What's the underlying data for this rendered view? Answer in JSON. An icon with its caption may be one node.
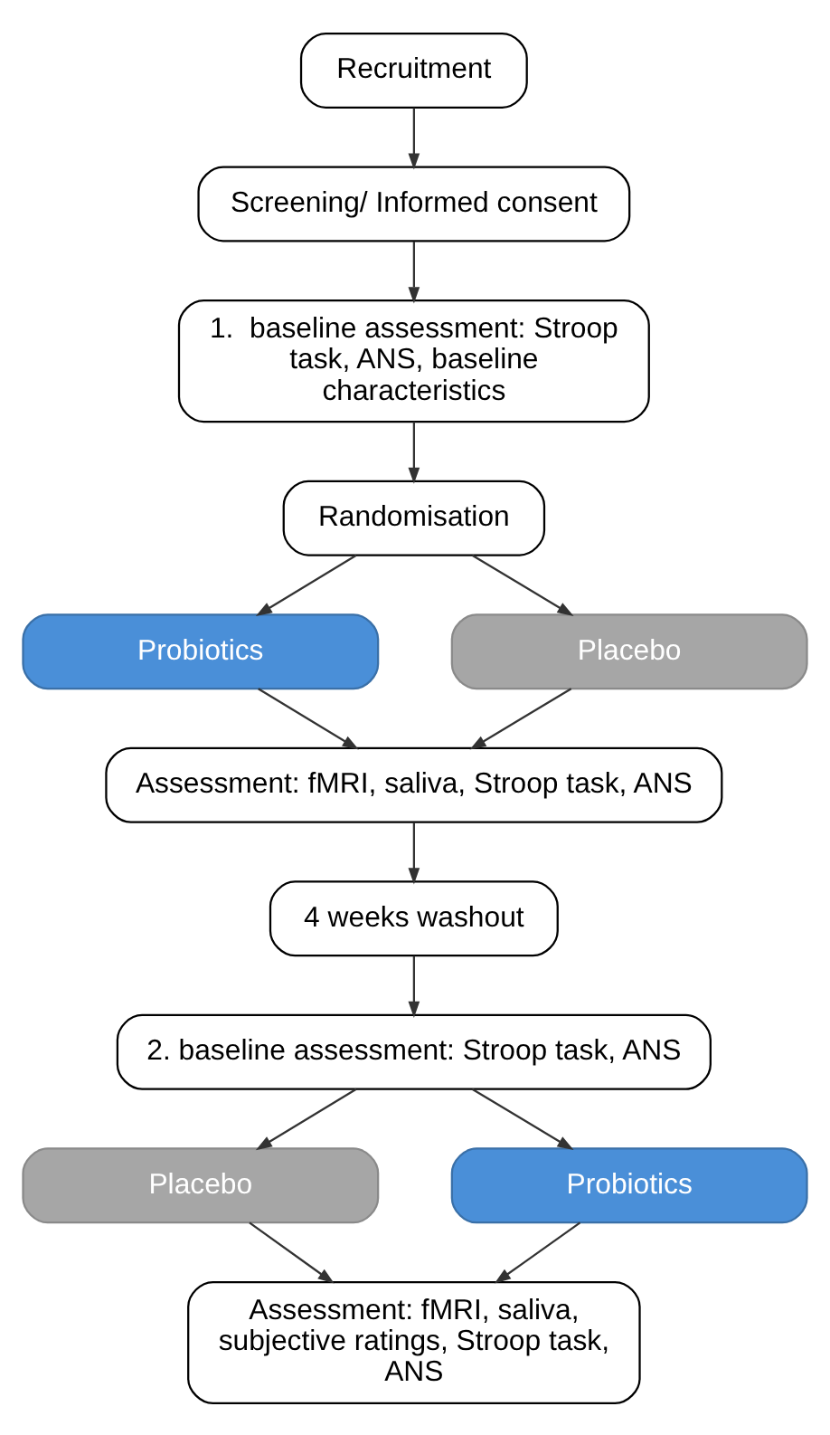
{
  "diagram": {
    "nodes": [
      {
        "text": [
          "Recruitment"
        ]
      },
      {
        "text": [
          "Screening/ Informed consent"
        ]
      },
      {
        "text": [
          "1.  baseline assessment: Stroop task, ANS, baseline characteristics"
        ]
      },
      {
        "text": [
          "Randomisation"
        ]
      },
      {
        "text": [
          "Probiotics"
        ]
      },
      {
        "text": [
          "Placebo"
        ]
      },
      {
        "text": [
          "Assessment: fMRI, saliva, Stroop task, ANS"
        ]
      },
      {
        "text": [
          "4 weeks washout"
        ]
      },
      {
        "text": [
          "2. baseline assessment: Stroop task, ANS"
        ]
      },
      {
        "text": [
          "Placebo"
        ]
      },
      {
        "text": [
          "Probiotics"
        ]
      },
      {
        "text": [
          "Assessment: fMRI, saliva, subjective ratings, Stroop task, ANS"
        ]
      }
    ],
    "edges": [
      {
        "from": 0,
        "to": 1,
        "arrow": "to"
      },
      {
        "from": 1,
        "to": 2,
        "arrow": "to"
      },
      {
        "from": 2,
        "to": 3,
        "arrow": "to"
      },
      {
        "from": 3,
        "to": 4,
        "arrow": "to"
      },
      {
        "from": 3,
        "to": 5,
        "arrow": "to"
      },
      {
        "from": 4,
        "to": 6,
        "arrow": "to"
      },
      {
        "from": 5,
        "to": 6,
        "arrow": "to"
      },
      {
        "from": 6,
        "to": 7,
        "arrow": "to"
      },
      {
        "from": 7,
        "to": 8,
        "arrow": "to"
      },
      {
        "from": 8,
        "to": 9,
        "arrow": "to"
      },
      {
        "from": 8,
        "to": 10,
        "arrow": "to"
      },
      {
        "from": 9,
        "to": 11,
        "arrow": "to"
      },
      {
        "from": 10,
        "to": 11,
        "arrow": "to"
      }
    ]
  }
}
